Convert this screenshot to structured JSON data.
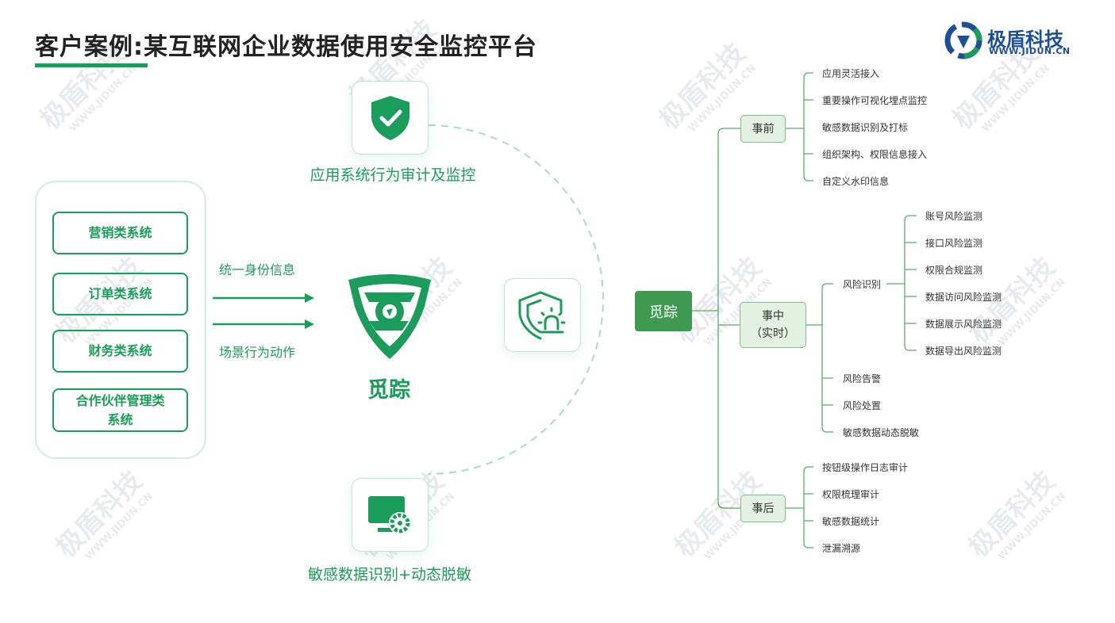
{
  "header": {
    "title": "客户案例:某互联网企业数据使用安全监控平台"
  },
  "brand": {
    "name": "极盾科技",
    "url": "WWW.JIDUN.CN",
    "watermark_name": "极盾科技",
    "watermark_url": "WWW.JIDUN.CN"
  },
  "colors": {
    "accent": "#1a9c5a",
    "mindmap": "#3d9a50",
    "brand": "#1b4e9b"
  },
  "systems": [
    "营销类系统",
    "订单类系统",
    "财务类系统",
    "合作伙伴管理类系统"
  ],
  "flow": {
    "top_label": "统一身份信息",
    "bottom_label": "场景行为动作"
  },
  "product": {
    "name": "觅踪"
  },
  "capabilities": {
    "audit": "应用系统行为审计及监控",
    "sensitive": "敏感数据识别+动态脱敏"
  },
  "mindmap": {
    "root": "觅踪",
    "before": {
      "label": "事前",
      "items": [
        "应用灵活接入",
        "重要操作可视化埋点监控",
        "敏感数据识别及打标",
        "组织架构、权限信息接入",
        "自定义水印信息"
      ]
    },
    "during": {
      "label": "事中",
      "sub": "（实时）",
      "risk_identify": {
        "label": "风险识别",
        "items": [
          "账号风险监测",
          "接口风险监测",
          "权限合规监测",
          "数据访问风险监测",
          "数据展示风险监测",
          "数据导出风险监测"
        ]
      },
      "items": [
        "风险告警",
        "风险处置",
        "敏感数据动态脱敏"
      ]
    },
    "after": {
      "label": "事后",
      "items": [
        "按钮级操作日志审计",
        "权限梳理审计",
        "敏感数据统计",
        "泄漏溯源"
      ]
    }
  }
}
